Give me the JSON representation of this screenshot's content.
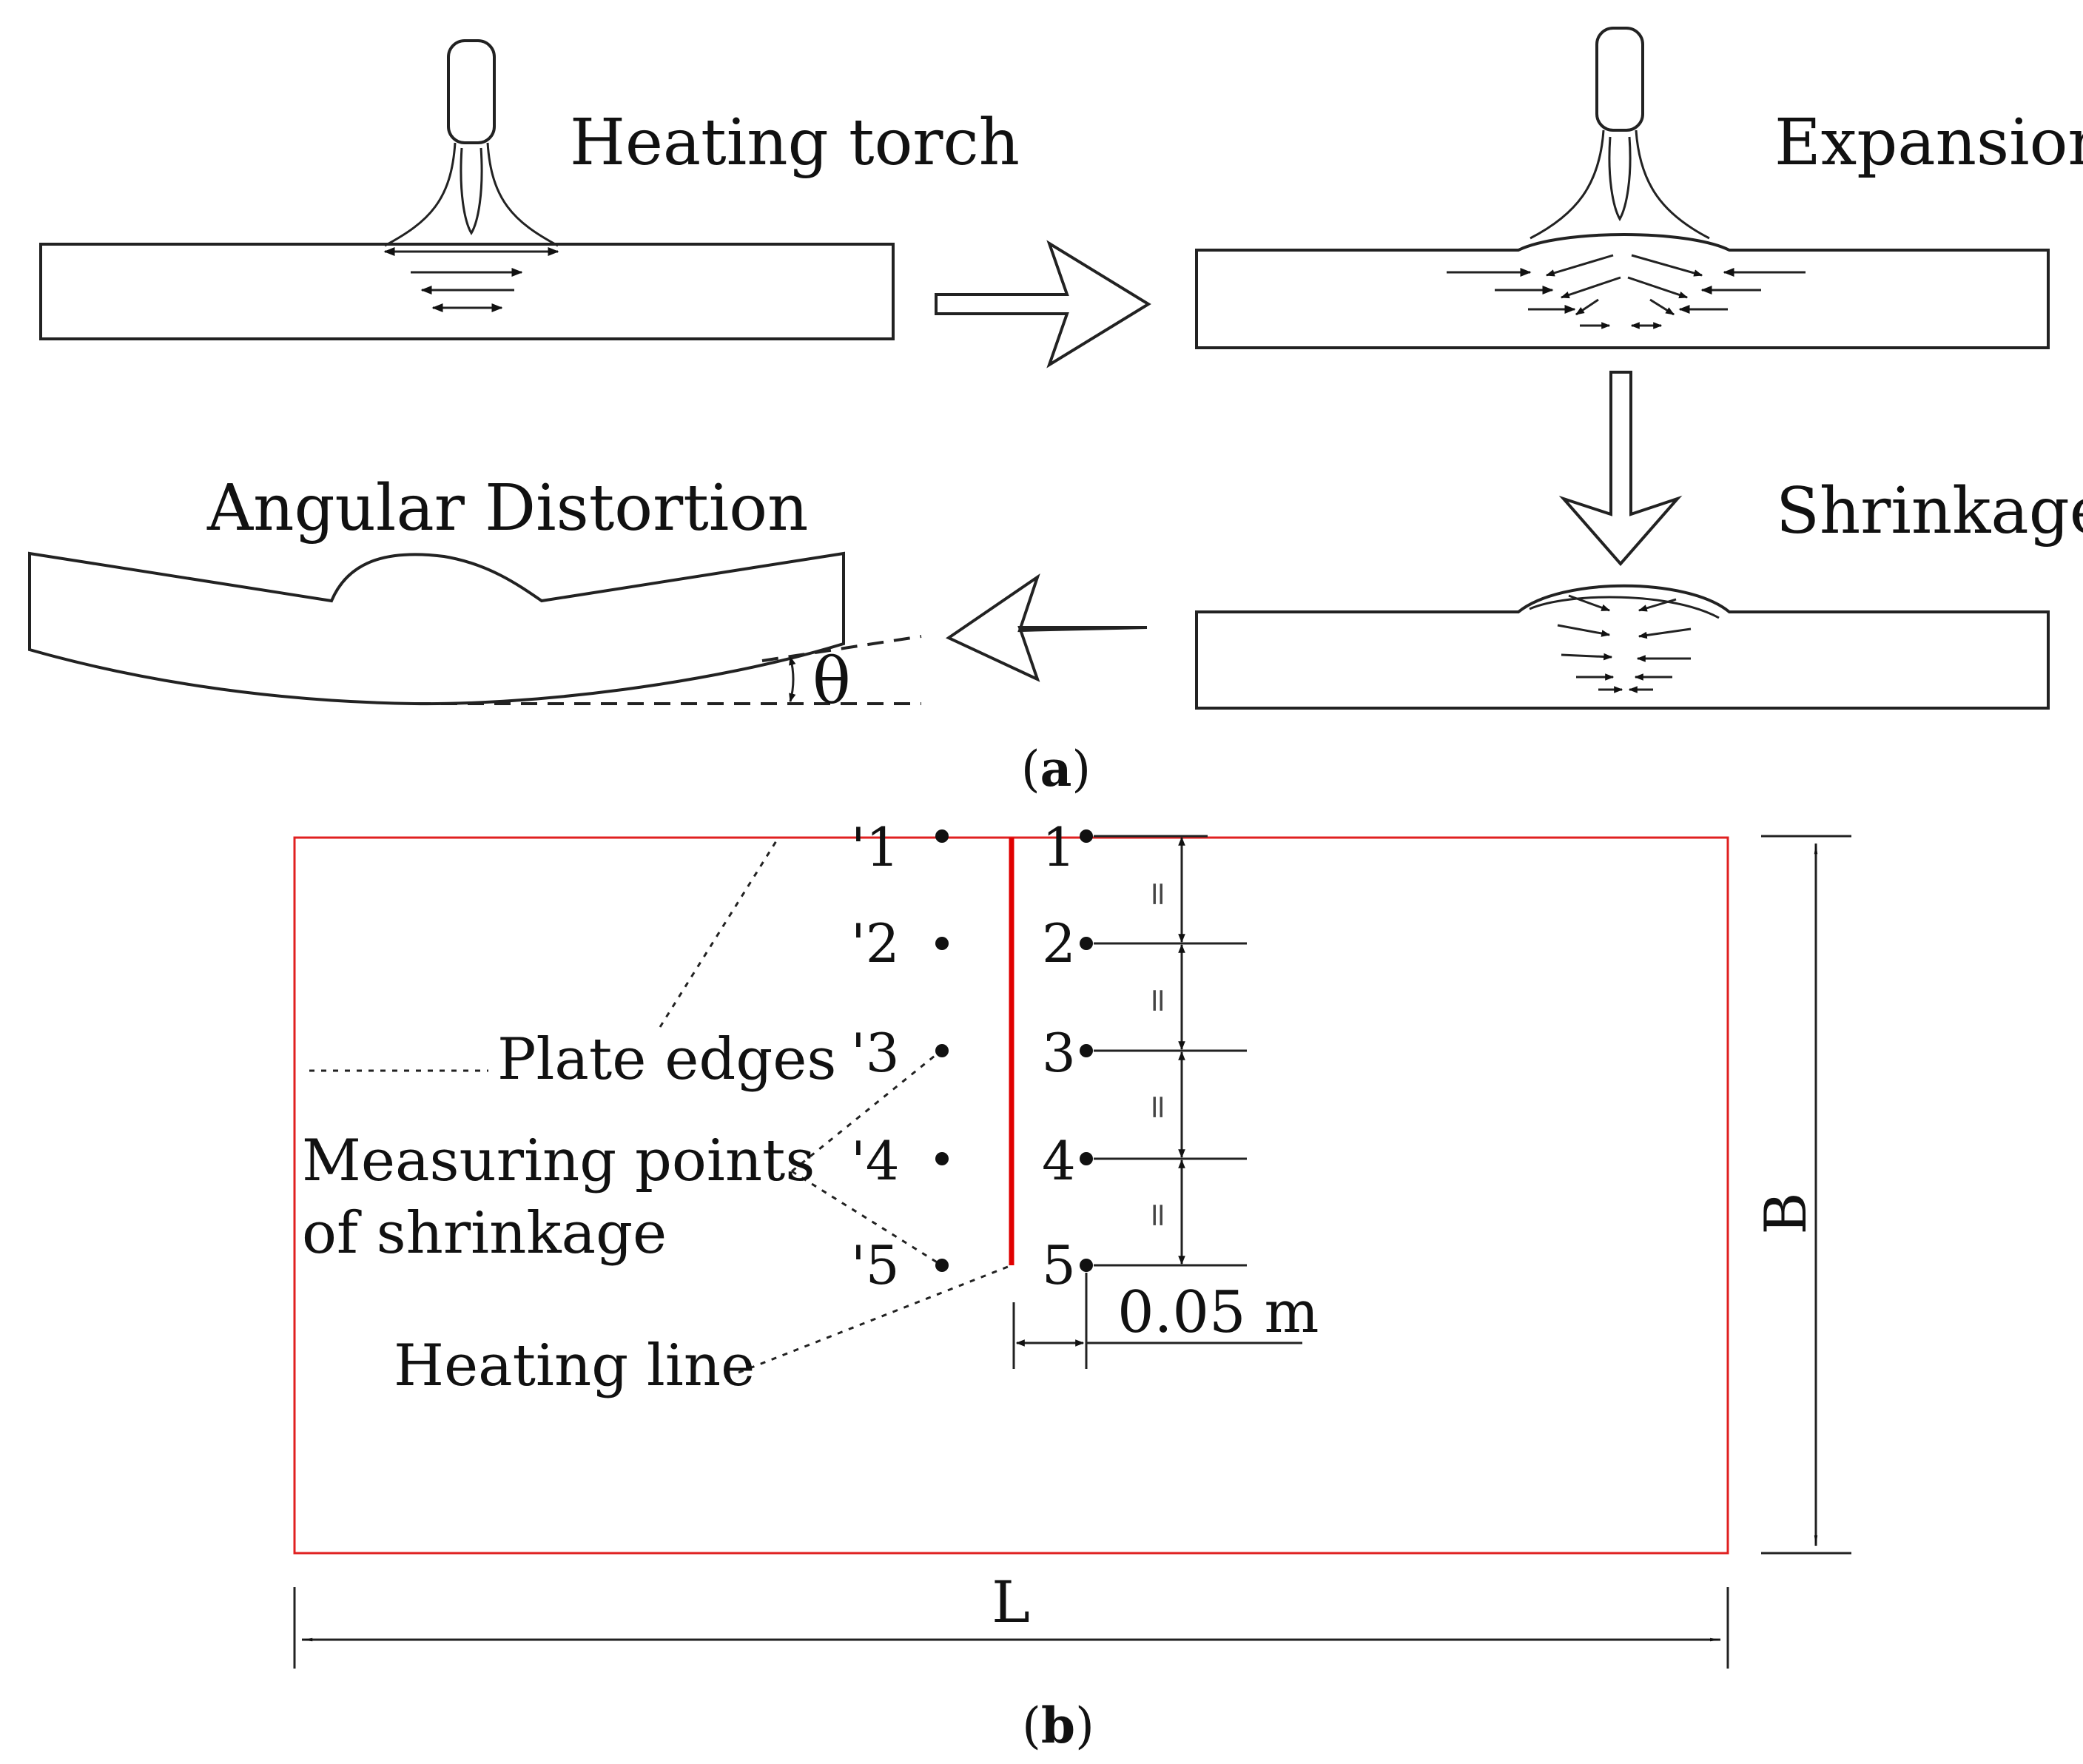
{
  "panel_a": {
    "label_heating_torch": "Heating torch",
    "label_expansion": "Expansion",
    "label_shrinkage": "Shrinkage",
    "label_angular_distortion": "Angular Distortion",
    "angle_symbol": "θ",
    "caption_open": "(",
    "caption_letter": "a",
    "caption_close": ")"
  },
  "panel_b": {
    "measuring_points_right": [
      "1",
      "2",
      "3",
      "4",
      "5"
    ],
    "measuring_points_left": [
      "'1",
      "'2",
      "'3",
      "'4",
      "'5"
    ],
    "equal_spacing_mark": "=",
    "label_plate_edges": "Plate edges",
    "label_measuring_points_line1": "Measuring points",
    "label_measuring_points_line2": "of shrinkage",
    "label_heating_line": "Heating line",
    "offset_dimension": "0.05 m",
    "dimension_width": "B",
    "dimension_length": "L",
    "caption_open": "(",
    "caption_letter": "b",
    "caption_close": ")",
    "colors": {
      "plate_outline": "#e02020",
      "heating_line": "#e00000"
    }
  }
}
